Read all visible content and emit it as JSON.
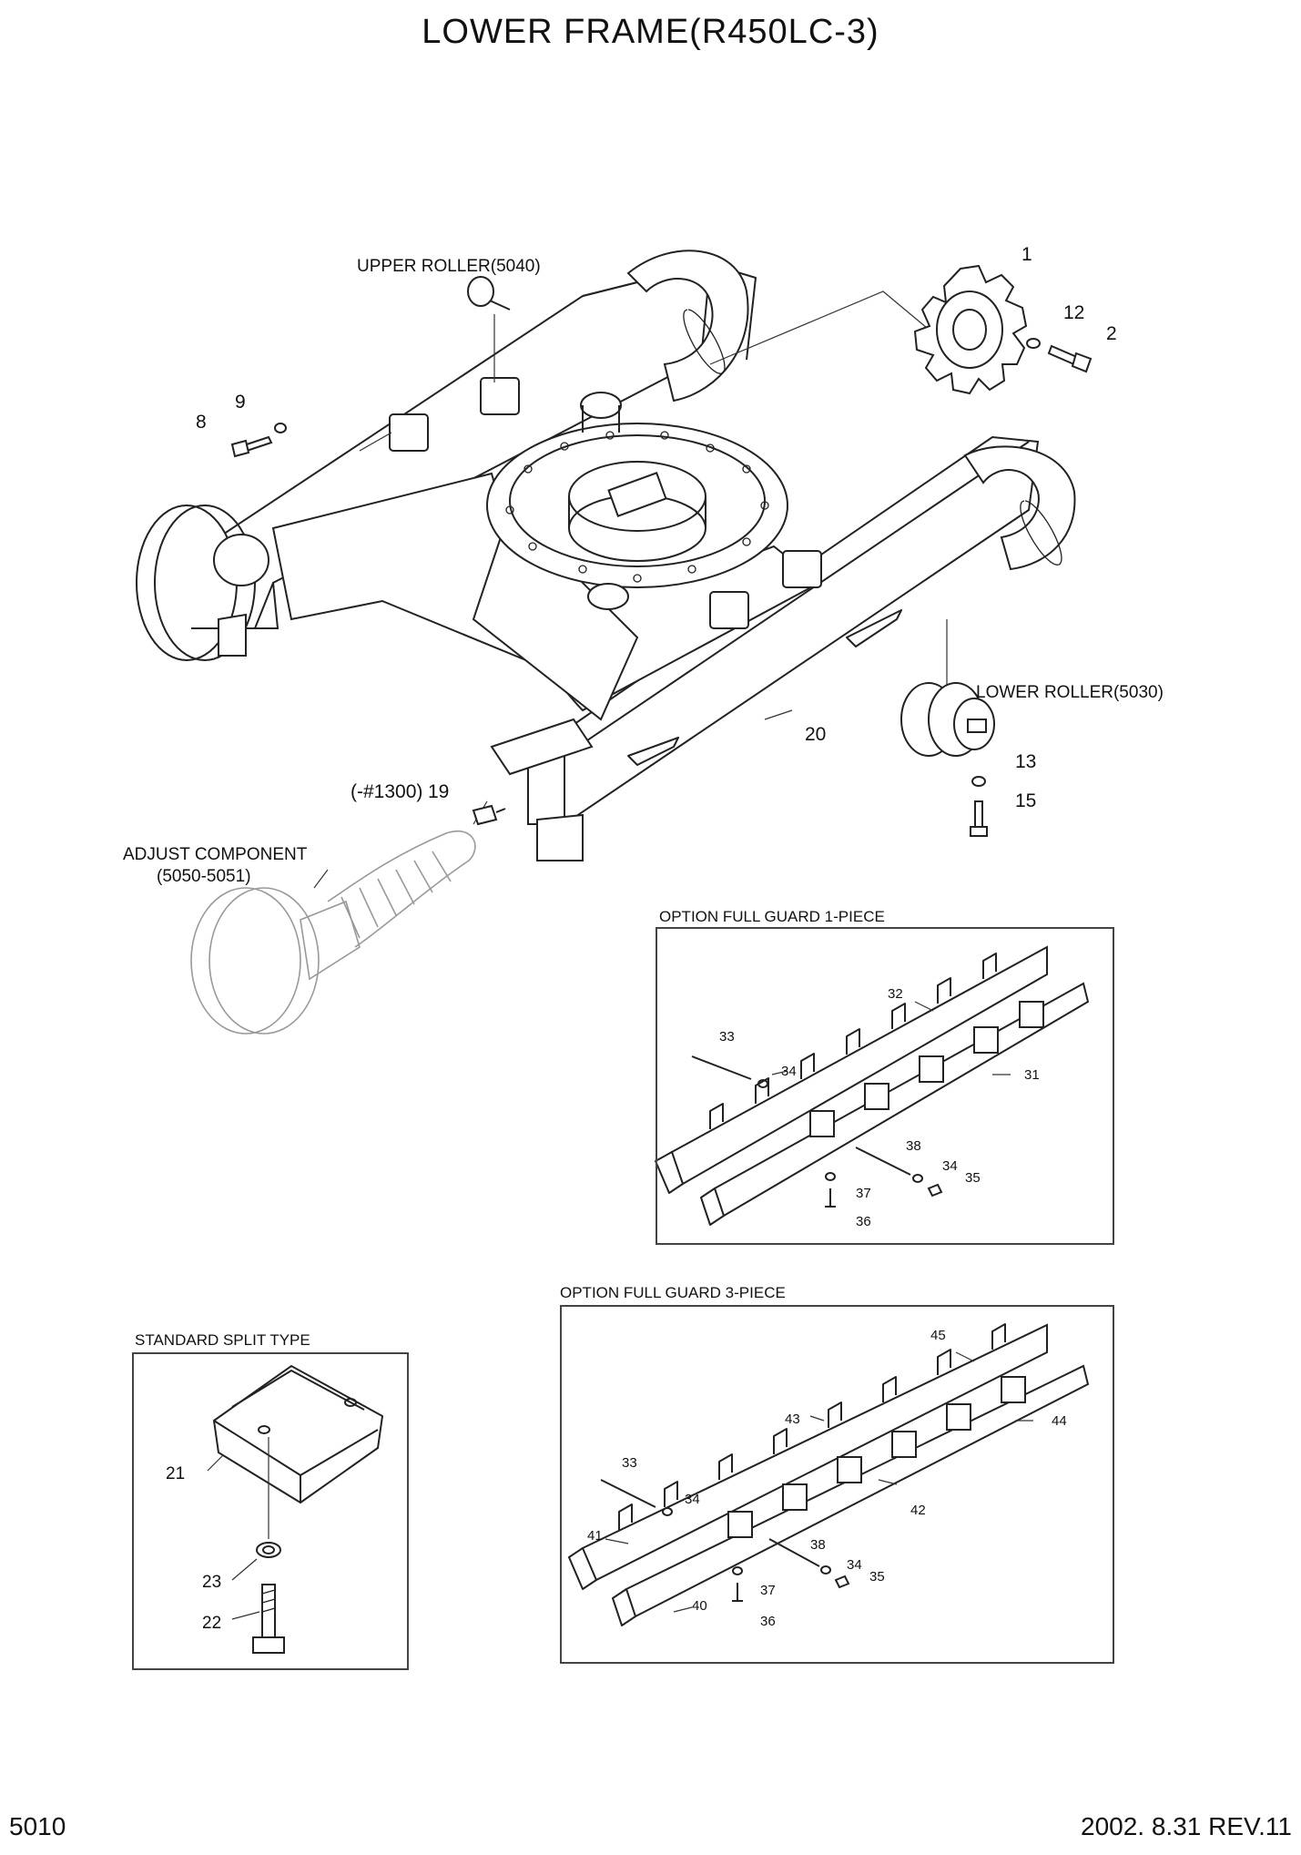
{
  "title": "LOWER FRAME(R450LC-3)",
  "page_number": "5010",
  "revision": "2002. 8.31  REV.11",
  "callouts": {
    "upper_roller": "UPPER ROLLER(5040)",
    "lower_roller": "LOWER ROLLER(5030)",
    "adjust_component_1": "ADJUST COMPONENT",
    "adjust_component_2": "(5050-5051)",
    "serial_note": "(-#1300)"
  },
  "main_parts": [
    "1",
    "12",
    "2",
    "9",
    "8",
    "20",
    "13",
    "15",
    "19"
  ],
  "sections": {
    "guard_1piece": {
      "title": "OPTION FULL GUARD 1-PIECE",
      "parts": [
        "32",
        "33",
        "34",
        "31",
        "38",
        "34",
        "35",
        "37",
        "36"
      ]
    },
    "guard_3piece": {
      "title": "OPTION FULL GUARD 3-PIECE",
      "parts": [
        "45",
        "43",
        "44",
        "33",
        "34",
        "42",
        "41",
        "38",
        "34",
        "35",
        "37",
        "40",
        "36"
      ]
    },
    "standard_split": {
      "title": "STANDARD SPLIT TYPE",
      "parts": [
        "21",
        "23",
        "22"
      ]
    }
  }
}
